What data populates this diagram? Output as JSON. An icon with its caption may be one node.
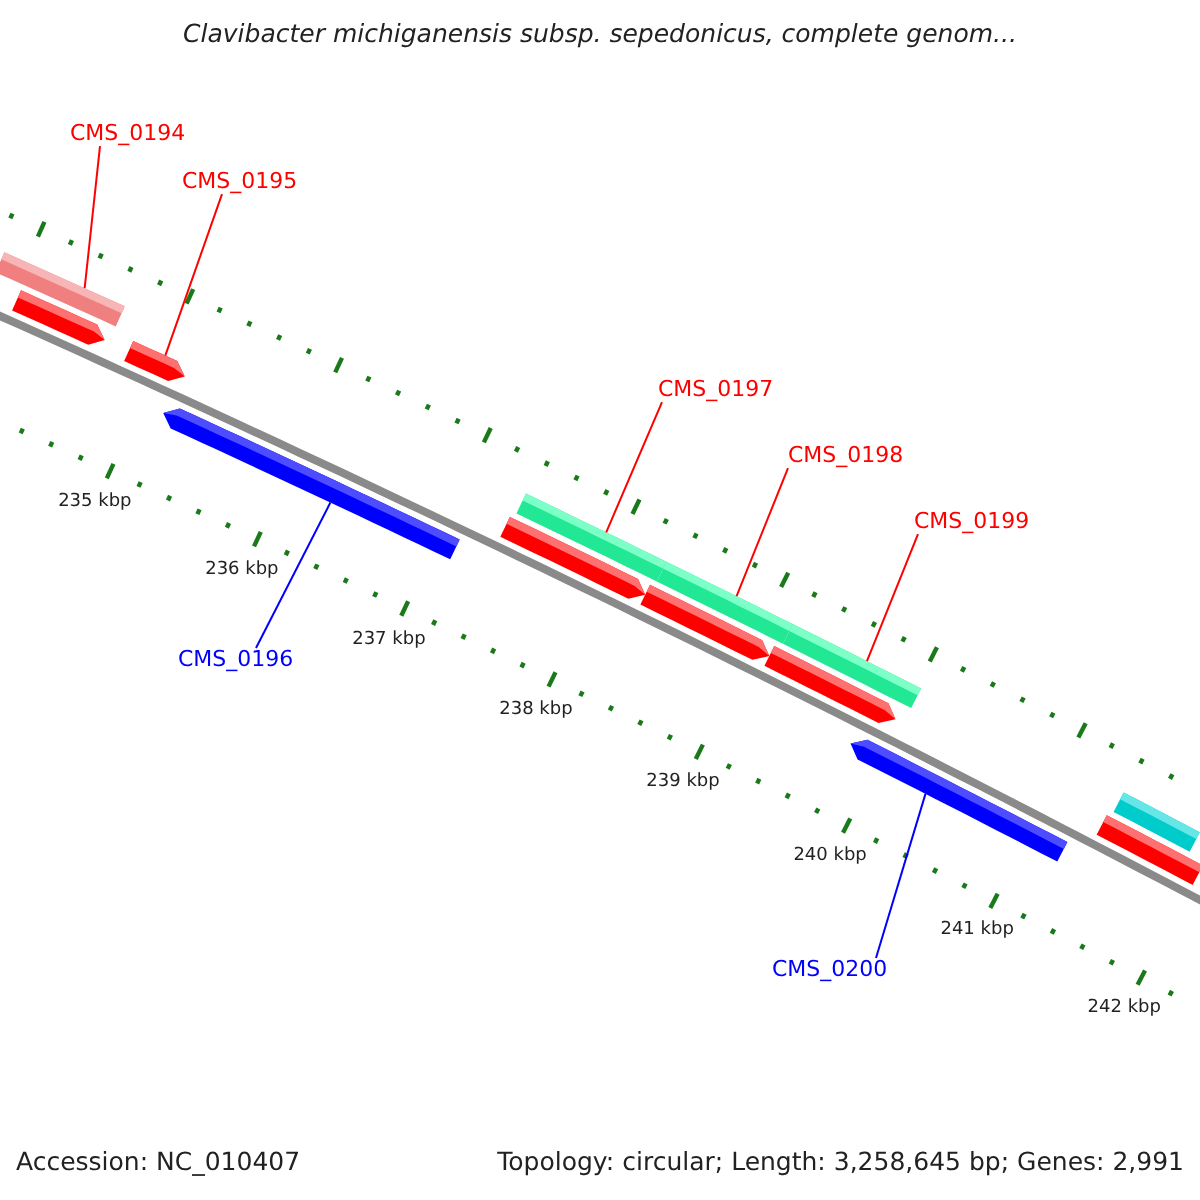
{
  "diagram": {
    "title": "Clavibacter michiganensis subsp. sepedonicus, complete genom...",
    "nodes": [
      {
        "text": [
          "CMS_0194"
        ]
      },
      {
        "text": [
          "CMS_0195"
        ]
      },
      {
        "text": [
          "CMS_0196"
        ]
      },
      {
        "text": [
          "CMS_0197"
        ]
      },
      {
        "text": [
          "CMS_0198"
        ]
      },
      {
        "text": [
          "CMS_0199"
        ]
      },
      {
        "text": [
          "CMS_0200"
        ]
      },
      {
        "text": [],
        "shape": "bar"
      },
      {
        "text": [],
        "shape": "bar"
      },
      {
        "text": [],
        "shape": "bar"
      },
      {
        "text": [],
        "shape": "bar"
      },
      {
        "text": [],
        "shape": "bar"
      },
      {
        "text": [],
        "shape": "bar"
      },
      {
        "text": [],
        "shape": "bar"
      },
      {
        "text": [],
        "shape": "bar"
      },
      {
        "text": [],
        "shape": "bar"
      },
      {
        "text": [],
        "shape": "bar"
      },
      {
        "text": [],
        "shape": "bar"
      },
      {
        "text": [],
        "shape": "bar"
      },
      {
        "text": [],
        "shape": "bar"
      }
    ],
    "edges": [
      {
        "from": 0,
        "to": 7,
        "arrow": "none"
      },
      {
        "from": 1,
        "to": 9,
        "arrow": "none"
      },
      {
        "from": 2,
        "to": 10,
        "arrow": "none",
        "color": "#0000ff"
      },
      {
        "from": 3,
        "to": 11,
        "arrow": "none"
      },
      {
        "from": 4,
        "to": 12,
        "arrow": "none"
      },
      {
        "from": 5,
        "to": 13,
        "arrow": "none"
      },
      {
        "from": 6,
        "to": 17,
        "arrow": "none",
        "color": "#0000ff"
      }
    ],
    "labels": [
      "235 kbp",
      "236 kbp",
      "237 kbp",
      "238 kbp",
      "239 kbp",
      "240 kbp",
      "241 kbp",
      "242 kbp",
      "Accession: NC_010407",
      "Topology: circular; Length: 3,258,645 bp; Genes: 2,991"
    ]
  }
}
